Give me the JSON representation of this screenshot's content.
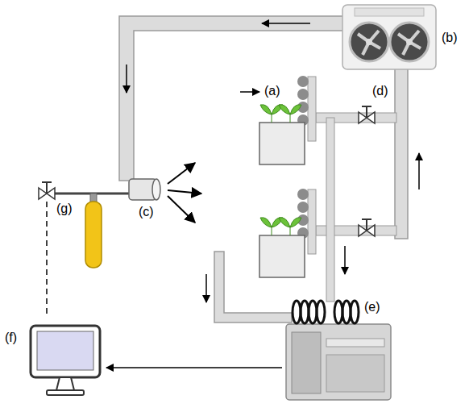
{
  "diagram": {
    "labels": [
      "(b)",
      "(a)",
      "(d)",
      "(g)",
      "(c)",
      "(e)",
      "(f)"
    ]
  }
}
